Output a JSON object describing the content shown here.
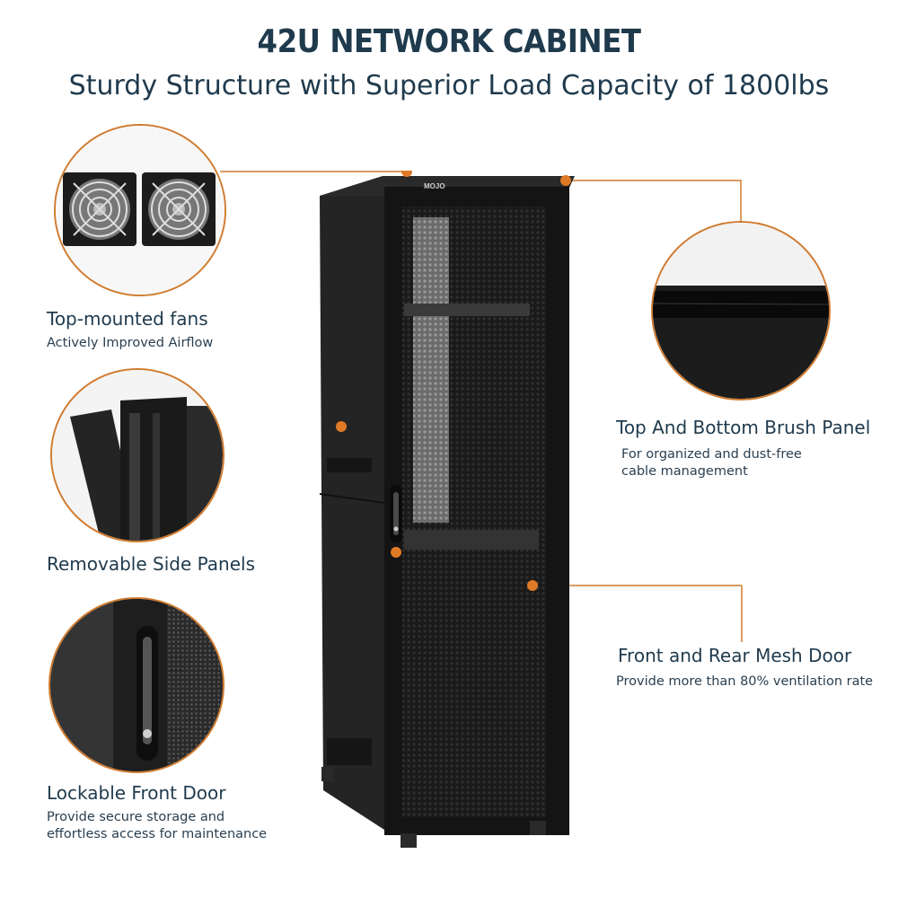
{
  "header": {
    "title": "42U NETWORK CABINET",
    "subtitle": "Sturdy Structure with Superior Load Capacity of 1800lbs"
  },
  "brand": {
    "logo_text": "MOJO"
  },
  "features": {
    "fans": {
      "heading": "Top-mounted fans",
      "description": "Actively Improved Airflow"
    },
    "side_panels": {
      "heading": "Removable Side Panels"
    },
    "front_door": {
      "heading": "Lockable Front Door",
      "description_lines": [
        "Provide secure storage and",
        "effortless access for maintenance"
      ]
    },
    "brush_panel": {
      "heading": "Top And Bottom Brush Panel",
      "description_lines": [
        "For organized and dust-free",
        "cable management"
      ]
    },
    "mesh_door": {
      "heading": "Front and Rear Mesh Door",
      "description": "Provide more than 80% ventilation rate"
    }
  },
  "colors": {
    "accent": "#e07a26",
    "text": "#1f3a4d",
    "cabinet": "#1b1b1b"
  }
}
